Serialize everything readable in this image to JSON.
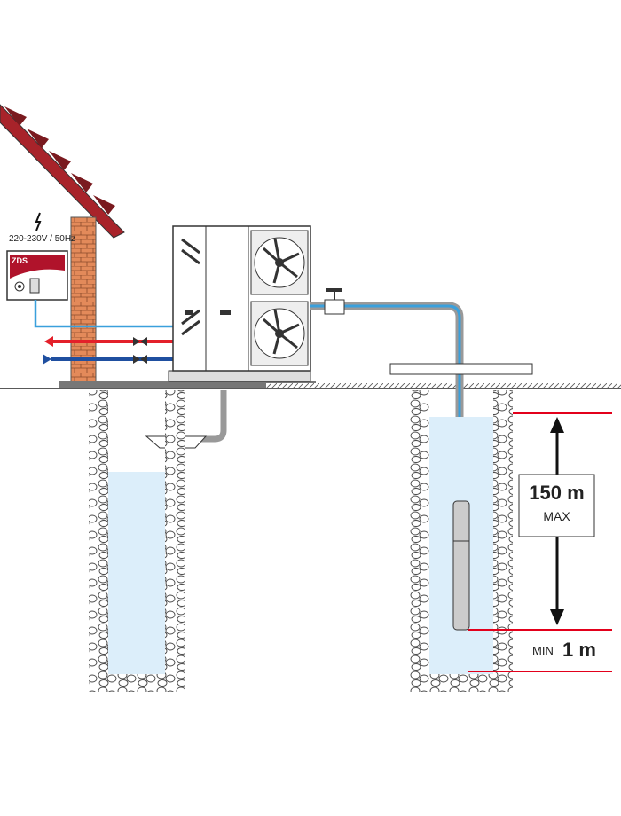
{
  "power_label": "220-230V / 50Hz",
  "controller": {
    "brand": "ZDS",
    "brand_color": "#b0132b"
  },
  "depth_max": {
    "value": "150 m",
    "label": "MAX"
  },
  "depth_min": {
    "label": "MIN",
    "value": "1 m"
  },
  "colors": {
    "water": "#dceefa",
    "pipe": "#3aa0dc",
    "hot": "#e3202a",
    "cold": "#1f4fa0",
    "marker": "#e3001b",
    "brick": "#e38a5a",
    "roof": "#a8232a"
  },
  "icons": [
    "lightning-icon",
    "fan-icon",
    "valve-icon",
    "submersible-pump-icon"
  ]
}
